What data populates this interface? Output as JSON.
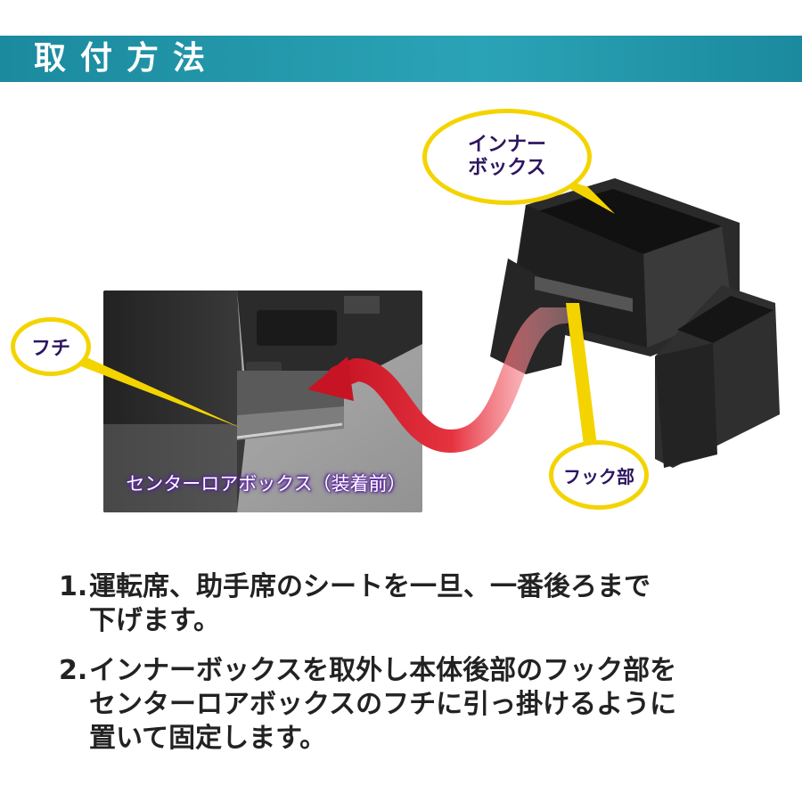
{
  "header": {
    "title": "取付方法"
  },
  "callouts": {
    "inner_box_line1": "インナー",
    "inner_box_line2": "ボックス",
    "fuchi": "フチ",
    "hook": "フック部"
  },
  "photo": {
    "caption": "センターロアボックス（装着前）"
  },
  "steps": [
    {
      "num": "1.",
      "line1": "運転席、助手席のシートを一旦、一番後ろまで",
      "line2": "下げます。",
      "line3": ""
    },
    {
      "num": "2.",
      "line1": "インナーボックスを取外し本体後部のフック部を",
      "line2": "センターロアボックスのフチに引っ掛けるように",
      "line3": "置いて固定します。"
    }
  ],
  "colors": {
    "header": "#2ba3b6",
    "callout_border": "#f4d400",
    "callout_text": "#2d1660",
    "arrow": "#d81e2a"
  }
}
